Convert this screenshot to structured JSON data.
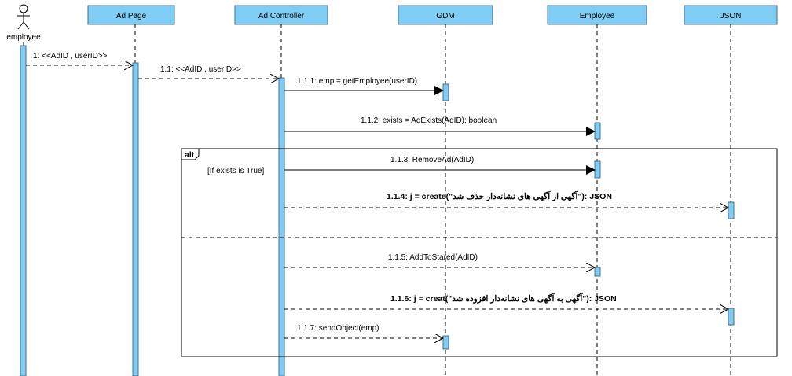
{
  "colors": {
    "participant_fill": "#7fcdf4",
    "participant_stroke": "#4a6f8a",
    "activation_fill": "#7fcdf4",
    "line": "#000000",
    "fragment": "#000000"
  },
  "actor": {
    "name": "employee",
    "icon": "stick-figure-icon"
  },
  "participants": [
    {
      "id": "adpage",
      "name": "Ad Page"
    },
    {
      "id": "adcontroller",
      "name": "Ad Controller"
    },
    {
      "id": "gdm",
      "name": "GDM"
    },
    {
      "id": "employee",
      "name": "Employee"
    },
    {
      "id": "json",
      "name": "JSON"
    }
  ],
  "messages": [
    {
      "id": "m1",
      "label": "1: <<AdID , userID>>",
      "from": "actor",
      "to": "adpage",
      "style": "dashed-open"
    },
    {
      "id": "m11",
      "label": "1.1: <<AdID , userID>>",
      "from": "adpage",
      "to": "adcontroller",
      "style": "dashed-open"
    },
    {
      "id": "m111",
      "label": "1.1.1: emp = getEmployee(userID)",
      "from": "adcontroller",
      "to": "gdm",
      "style": "solid-filled"
    },
    {
      "id": "m112",
      "label": "1.1.2: exists = AdExists(AdID): boolean",
      "from": "adcontroller",
      "to": "employee",
      "style": "solid-filled"
    },
    {
      "id": "m113",
      "label": "1.1.3: RemoveAd(AdID)",
      "from": "adcontroller",
      "to": "employee",
      "style": "solid-filled"
    },
    {
      "id": "m114",
      "label": "1.1.4: j = create(\"آگهی از آگهی های نشانه‌دار حذف شد\"): JSON",
      "from": "adcontroller",
      "to": "json",
      "style": "dashed-open"
    },
    {
      "id": "m115",
      "label": "1.1.5: AddToStared(AdID)",
      "from": "adcontroller",
      "to": "employee",
      "style": "dashed-open"
    },
    {
      "id": "m116",
      "label": "1.1.6: j = creat(\"آگهی به آگهی های نشانه‌دار افزوده شد\"): JSON",
      "from": "adcontroller",
      "to": "json",
      "style": "dashed-open"
    },
    {
      "id": "m117",
      "label": "1.1.7: sendObject(emp)",
      "from": "adcontroller",
      "to": "gdm",
      "style": "dashed-open"
    }
  ],
  "fragment": {
    "operator": "alt",
    "guard": "[If exists is True]"
  }
}
